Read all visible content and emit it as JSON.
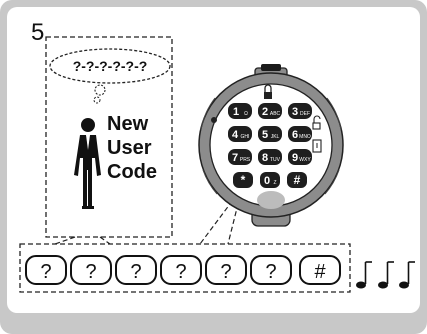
{
  "step_number": "5",
  "thought_bubble": "?-?-?-?-?-?",
  "caption": [
    "New",
    "User",
    "Code"
  ],
  "keypad": {
    "keys": [
      {
        "digit": "1",
        "letters": "Ω"
      },
      {
        "digit": "2",
        "letters": "ABC"
      },
      {
        "digit": "3",
        "letters": "DEF"
      },
      {
        "digit": "4",
        "letters": "GHI"
      },
      {
        "digit": "5",
        "letters": "JKL"
      },
      {
        "digit": "6",
        "letters": "MNO"
      },
      {
        "digit": "7",
        "letters": "PRS"
      },
      {
        "digit": "8",
        "letters": "TUV"
      },
      {
        "digit": "9",
        "letters": "WXY"
      },
      {
        "digit": "*",
        "letters": ""
      },
      {
        "digit": "0",
        "letters": "Z"
      },
      {
        "digit": "#",
        "letters": ""
      }
    ]
  },
  "sequence": [
    "?",
    "?",
    "?",
    "?",
    "?",
    "?",
    "#"
  ],
  "colors": {
    "frame": "#c8c8c8",
    "lock_ring": "#8c8c8c",
    "key_fill": "#1e1e1e"
  }
}
